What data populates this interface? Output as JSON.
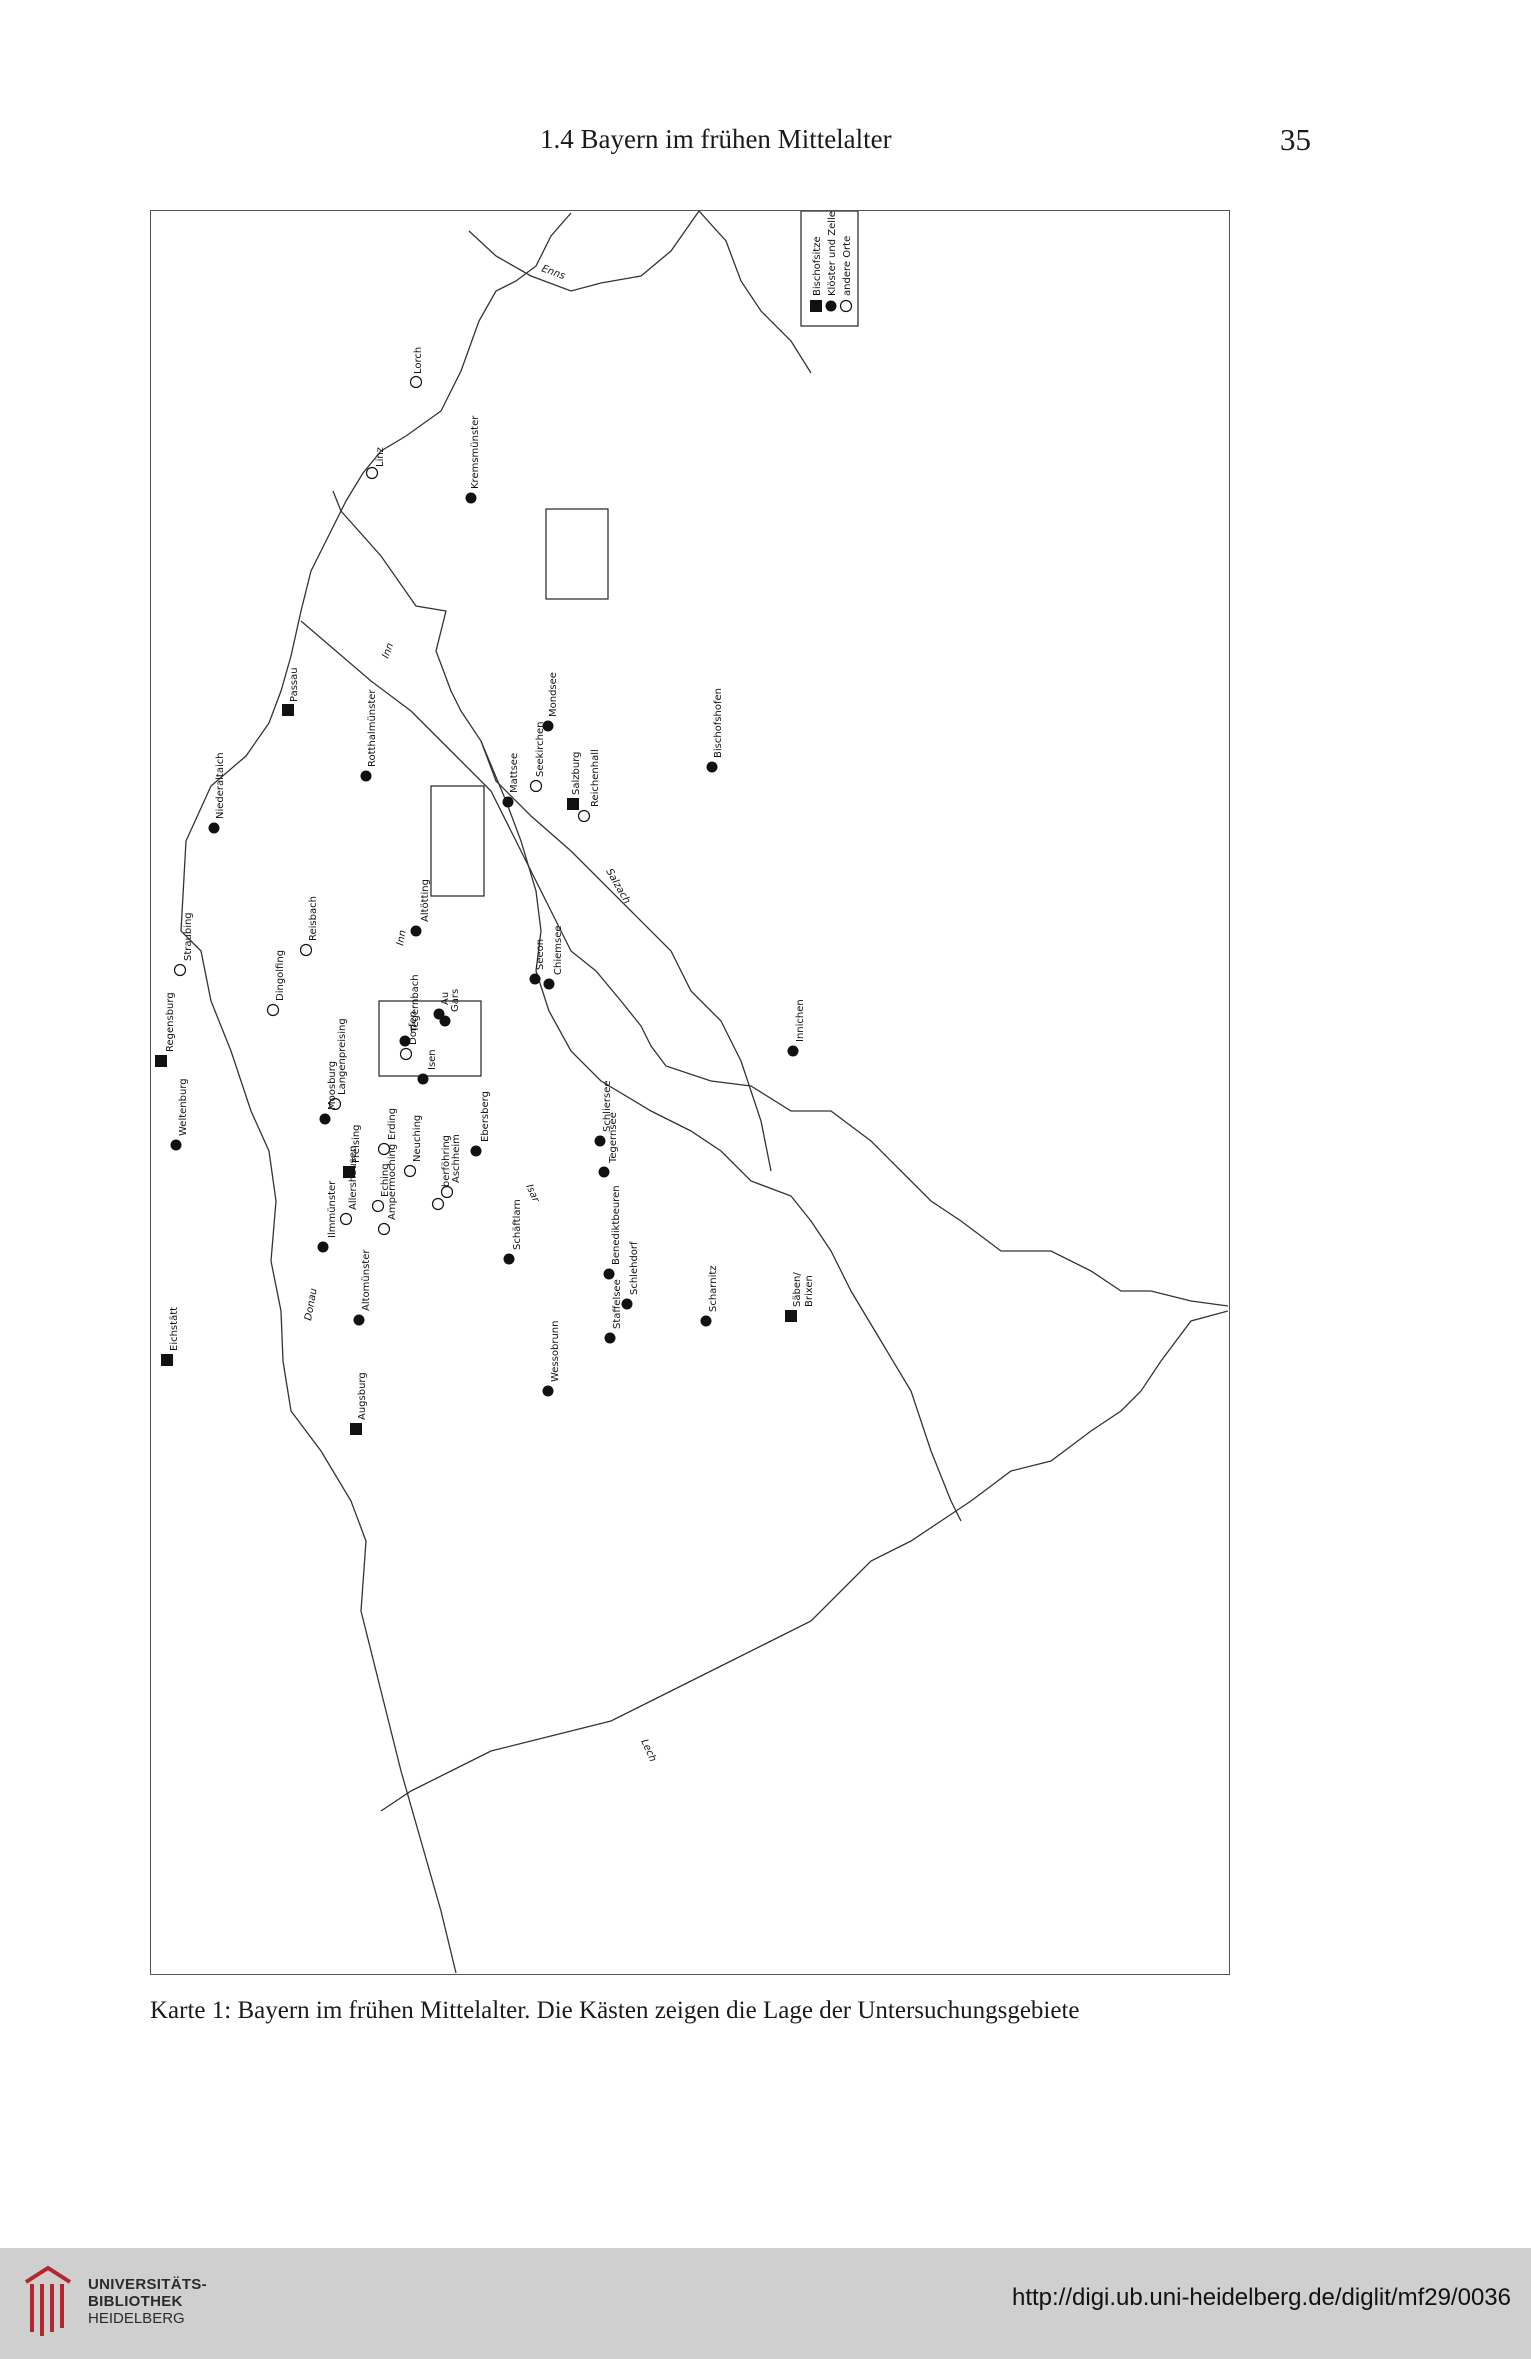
{
  "header": {
    "running_head": "1.4 Bayern im frühen Mittelalter",
    "page_number": "35"
  },
  "legend": {
    "items": [
      {
        "symbol": "square",
        "label": "Bischofsitze"
      },
      {
        "symbol": "filled-circle",
        "label": "Klöster und Zellen"
      },
      {
        "symbol": "open-circle",
        "label": "andere Orte"
      }
    ]
  },
  "places": [
    {
      "name": "Lorch",
      "type": "open-circle"
    },
    {
      "name": "Linz",
      "type": "open-circle"
    },
    {
      "name": "Kremsmünster",
      "type": "filled-circle"
    },
    {
      "name": "Passau",
      "type": "square"
    },
    {
      "name": "Mondsee",
      "type": "filled-circle"
    },
    {
      "name": "Seekirchen",
      "type": "open-circle"
    },
    {
      "name": "Mattsee",
      "type": "filled-circle"
    },
    {
      "name": "Salzburg",
      "type": "square"
    },
    {
      "name": "Reichenhall",
      "type": "open-circle"
    },
    {
      "name": "Bischofshofen",
      "type": "filled-circle"
    },
    {
      "name": "Niederaltaich",
      "type": "filled-circle"
    },
    {
      "name": "Rotthalmünster",
      "type": "filled-circle"
    },
    {
      "name": "Reisbach",
      "type": "open-circle"
    },
    {
      "name": "Altötting",
      "type": "filled-circle"
    },
    {
      "name": "Straubing",
      "type": "open-circle"
    },
    {
      "name": "Dingolfing",
      "type": "open-circle"
    },
    {
      "name": "Au",
      "type": "filled-circle"
    },
    {
      "name": "Gars",
      "type": "filled-circle"
    },
    {
      "name": "Seeon",
      "type": "filled-circle"
    },
    {
      "name": "Chiemsee",
      "type": "filled-circle"
    },
    {
      "name": "Tegernbach",
      "type": "filled-circle"
    },
    {
      "name": "Dorfen",
      "type": "open-circle"
    },
    {
      "name": "Isen",
      "type": "filled-circle"
    },
    {
      "name": "Regensburg",
      "type": "square"
    },
    {
      "name": "Langenpreising",
      "type": "open-circle"
    },
    {
      "name": "Innichen",
      "type": "filled-circle"
    },
    {
      "name": "Weltenburg",
      "type": "filled-circle"
    },
    {
      "name": "Moosburg",
      "type": "filled-circle"
    },
    {
      "name": "Erding",
      "type": "open-circle"
    },
    {
      "name": "Ebersberg",
      "type": "filled-circle"
    },
    {
      "name": "Schliersee",
      "type": "filled-circle"
    },
    {
      "name": "Freising",
      "type": "square"
    },
    {
      "name": "Neuching",
      "type": "open-circle"
    },
    {
      "name": "Oberföhring",
      "type": "open-circle"
    },
    {
      "name": "Aschheim",
      "type": "open-circle"
    },
    {
      "name": "Tegernsee",
      "type": "filled-circle"
    },
    {
      "name": "Eching",
      "type": "open-circle"
    },
    {
      "name": "Ilmmünster",
      "type": "filled-circle"
    },
    {
      "name": "Allershausen",
      "type": "open-circle"
    },
    {
      "name": "Ampermoching",
      "type": "open-circle"
    },
    {
      "name": "Schäftlarn",
      "type": "filled-circle"
    },
    {
      "name": "Benediktbeuren",
      "type": "filled-circle"
    },
    {
      "name": "Eichstätt",
      "type": "square"
    },
    {
      "name": "Altomünster",
      "type": "filled-circle"
    },
    {
      "name": "Schlehdorf",
      "type": "filled-circle"
    },
    {
      "name": "Staffelsee",
      "type": "filled-circle"
    },
    {
      "name": "Scharnitz",
      "type": "filled-circle"
    },
    {
      "name": "Säben/",
      "type": "square"
    },
    {
      "name": "Wessobrunn",
      "type": "filled-circle"
    },
    {
      "name": "Augsburg",
      "type": "square"
    }
  ],
  "second_line": {
    "Säben/": "Brixen"
  },
  "rivers": [
    "Enns",
    "Inn",
    "Salzach",
    "Inn",
    "Isar",
    "Donau",
    "Lech"
  ],
  "caption": "Karte 1: Bayern im frühen Mittelalter. Die Kästen zeigen die Lage der Untersuchungsgebiete",
  "footer": {
    "library_line1": "UNIVERSITÄTS-",
    "library_line2": "BIBLIOTHEK",
    "library_line3": "HEIDELBERG",
    "url": "http://digi.ub.uni-heidelberg.de/diglit/mf29/0036"
  },
  "colors": {
    "footer_bg": "#cfcfcf",
    "logo_red": "#b3262e",
    "ink": "#1a1a1a"
  }
}
